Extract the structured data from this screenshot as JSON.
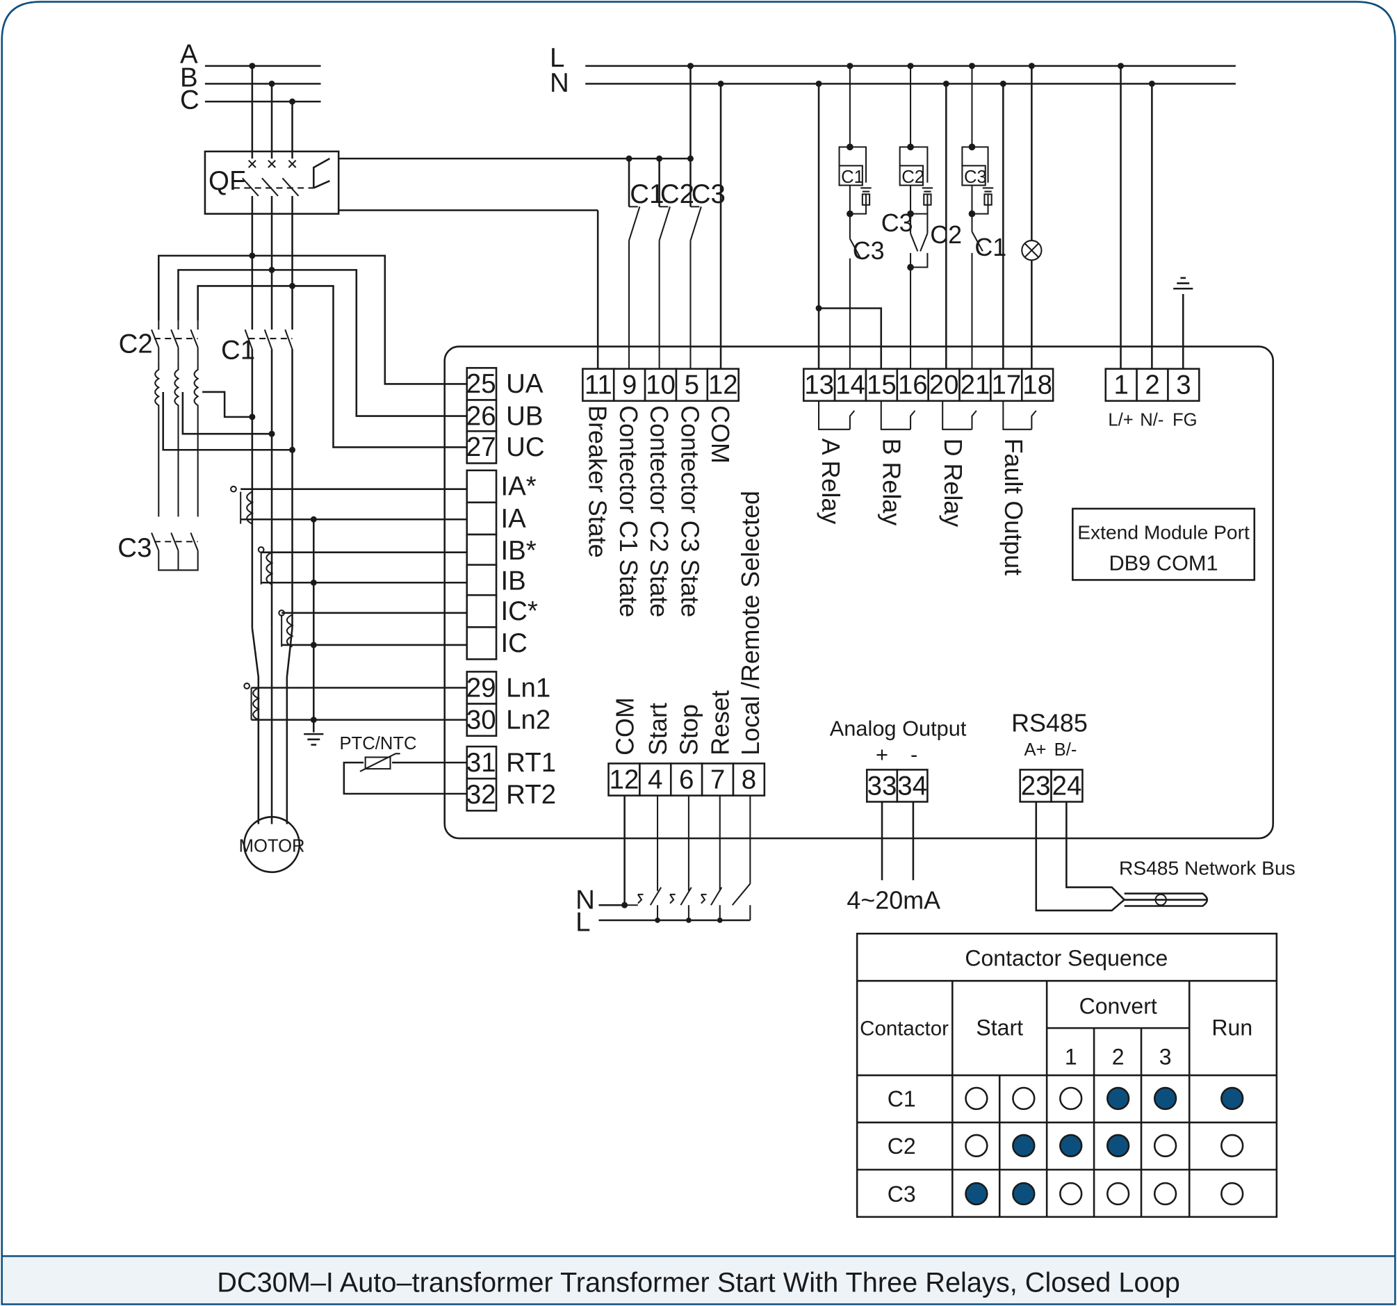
{
  "title": "DC30M–I Auto–transformer Transformer Start With Three Relays, Closed Loop",
  "colors": {
    "frame": "#0d4f7c",
    "footer_bg": "#eef3f8",
    "indicator_on": "#0d4f7c"
  },
  "labels": {
    "phase_a": "A",
    "phase_b": "B",
    "phase_c": "C",
    "line_l": "L",
    "line_n": "N",
    "qf": "QF",
    "c1": "C1",
    "c2": "C2",
    "c3": "C3",
    "motor": "MOTOR",
    "ptc": "PTC/NTC",
    "n2": "N",
    "l2": "L"
  },
  "terminals": {
    "left": [
      {
        "num": "25",
        "name": "UA"
      },
      {
        "num": "26",
        "name": "UB"
      },
      {
        "num": "27",
        "name": "UC"
      },
      {
        "num": "",
        "name": "IA*"
      },
      {
        "num": "",
        "name": "IA"
      },
      {
        "num": "",
        "name": "IB*"
      },
      {
        "num": "",
        "name": "IB"
      },
      {
        "num": "",
        "name": "IC*"
      },
      {
        "num": "",
        "name": "IC"
      },
      {
        "num": "29",
        "name": "Ln1"
      },
      {
        "num": "30",
        "name": "Ln2"
      },
      {
        "num": "31",
        "name": "RT1"
      },
      {
        "num": "32",
        "name": "RT2"
      }
    ],
    "top_state": [
      "11",
      "9",
      "10",
      "5",
      "12"
    ],
    "top_state_labels": [
      "Breaker State",
      "Contector C1 State",
      "Contector C2 State",
      "Contector C3 State",
      "COM"
    ],
    "contact_labels": [
      "C1",
      "C2",
      "C3"
    ],
    "relay": [
      "13",
      "14",
      "15",
      "16",
      "20",
      "21",
      "17",
      "18"
    ],
    "relay_labels": [
      "A Relay",
      "B Relay",
      "D Relay",
      "Fault Output"
    ],
    "power": [
      "1",
      "2",
      "3"
    ],
    "power_labels": [
      "L/+",
      "N/-",
      "FG"
    ],
    "input": [
      "12",
      "4",
      "6",
      "7",
      "8"
    ],
    "input_labels": [
      "COM",
      "Start",
      "Stop",
      "Reset",
      "Local /Remote Selected"
    ],
    "analog": [
      "33",
      "34"
    ],
    "rs485": [
      "23",
      "24"
    ]
  },
  "analog": {
    "title": "Analog Output",
    "plus": "+",
    "minus": "-",
    "range": "4~20mA"
  },
  "rs485": {
    "title": "RS485",
    "a": "A+",
    "b": "B/-",
    "bus": "RS485 Network Bus"
  },
  "extend": {
    "line1": "Extend Module Port",
    "line2": "DB9 COM1"
  },
  "coil_labels": {
    "k1": "C1",
    "k2": "C2",
    "k3": "C3",
    "i1": "C3",
    "i2a": "C3",
    "i2b": "C2",
    "i3": "C1"
  },
  "sequence": {
    "title": "Contactor Sequence",
    "col_contactor": "Contactor",
    "col_start": "Start",
    "col_convert": "Convert",
    "col_run": "Run",
    "convert_steps": [
      "1",
      "2",
      "3"
    ],
    "rows": [
      {
        "name": "C1",
        "states": [
          0,
          0,
          0,
          1,
          1,
          1
        ]
      },
      {
        "name": "C2",
        "states": [
          0,
          1,
          1,
          1,
          0,
          0
        ]
      },
      {
        "name": "C3",
        "states": [
          1,
          1,
          0,
          0,
          0,
          0
        ]
      }
    ]
  }
}
